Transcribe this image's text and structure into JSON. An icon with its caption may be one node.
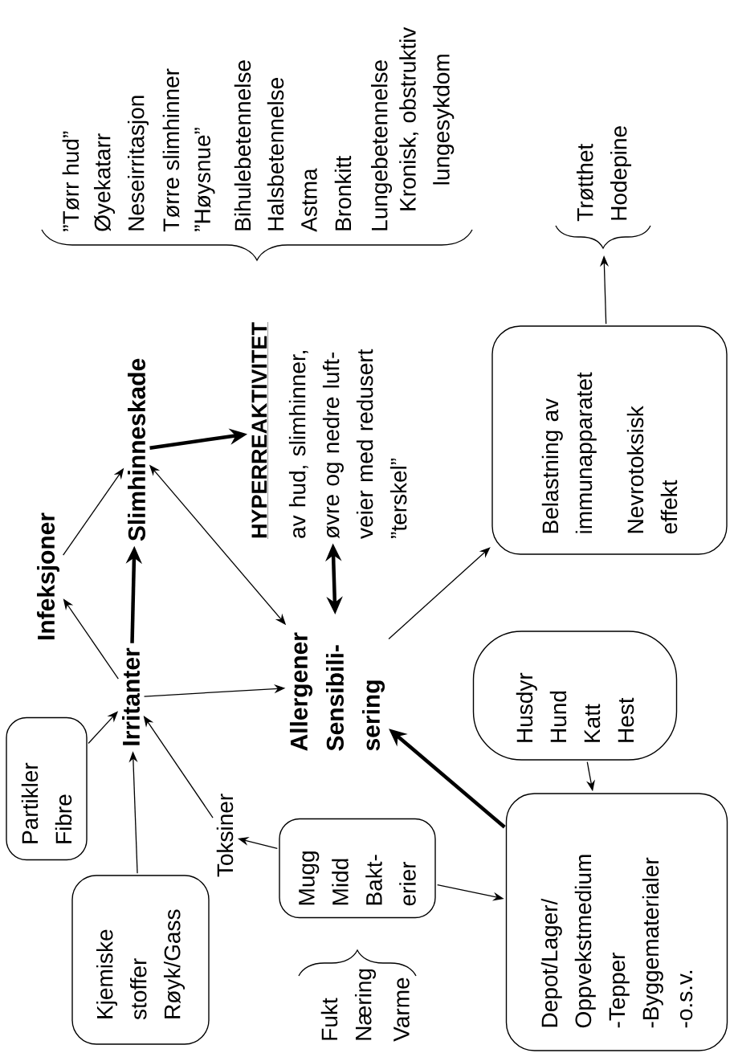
{
  "diagram": {
    "nodes": [
      {
        "text": [
          "Kjemiske stoffer",
          "Røyk/Gass"
        ]
      },
      {
        "text": [
          "Partikler",
          "Fibre"
        ]
      },
      {
        "text": [
          "Irritanter"
        ]
      },
      {
        "text": [
          "Infeksjoner"
        ]
      },
      {
        "text": [
          "Slimhinneskade"
        ]
      },
      {
        "text": [
          "HYPERREAKTIVITET",
          "av hud, slimhinner, øvre og nedre luft- veier med redusert ”terskel”"
        ]
      },
      {
        "text": [
          "Allergener",
          "Sensibili- sering"
        ]
      },
      {
        "text": [
          "Toksiner"
        ]
      },
      {
        "text": [
          "Mugg",
          "Midd",
          "Bakt- erier"
        ]
      },
      {
        "text": [
          "Husdyr",
          "Hund",
          "Katt",
          "Hest"
        ]
      },
      {
        "text": [
          "Depot/Lager/ Oppvekstmedium",
          "-Tepper",
          "-Byggematerialer",
          "-o.s.v."
        ]
      },
      {
        "text": [
          "Belastning av immunapparatet",
          "Nevrotoksisk effekt"
        ]
      },
      {
        "text": [
          "Trøtthet",
          "Hodepine"
        ]
      }
    ],
    "edges": [
      {
        "from": 0,
        "to": 2,
        "arrow": "to"
      },
      {
        "from": 1,
        "to": 2,
        "arrow": "to"
      },
      {
        "from": 7,
        "to": 2,
        "arrow": "to"
      },
      {
        "from": 8,
        "to": 7,
        "arrow": "to"
      },
      {
        "from": 8,
        "to": 10,
        "arrow": "to"
      },
      {
        "from": 9,
        "to": 10,
        "arrow": "to"
      },
      {
        "from": 10,
        "to": 6,
        "arrow": "to",
        "style": "thick"
      },
      {
        "from": 2,
        "to": 3,
        "arrow": "to"
      },
      {
        "from": 2,
        "to": 6,
        "arrow": "to"
      },
      {
        "from": 2,
        "to": 4,
        "arrow": "to",
        "style": "thick"
      },
      {
        "from": 3,
        "to": 4,
        "arrow": "to"
      },
      {
        "from": 4,
        "to": 6,
        "arrow": "both"
      },
      {
        "from": 4,
        "to": 5,
        "arrow": "to",
        "style": "thick"
      },
      {
        "from": 5,
        "to": 6,
        "arrow": "both",
        "style": "thick"
      },
      {
        "from": 6,
        "to": 11,
        "arrow": "to"
      },
      {
        "from": 11,
        "to": 12,
        "arrow": "to"
      }
    ],
    "labels": [
      "Fukt",
      "Næring",
      "Varme",
      "”Tørr hud”",
      "Øyekatarr",
      "Neseirritasjon",
      "Tørre slimhinner",
      "”Høysnue”",
      "Bihulebetennelse",
      "Halsbetennelse",
      "Astma",
      "Bronkitt",
      "Lungebetennelse",
      "Kronisk, obstruktiv lungesykdom"
    ]
  }
}
